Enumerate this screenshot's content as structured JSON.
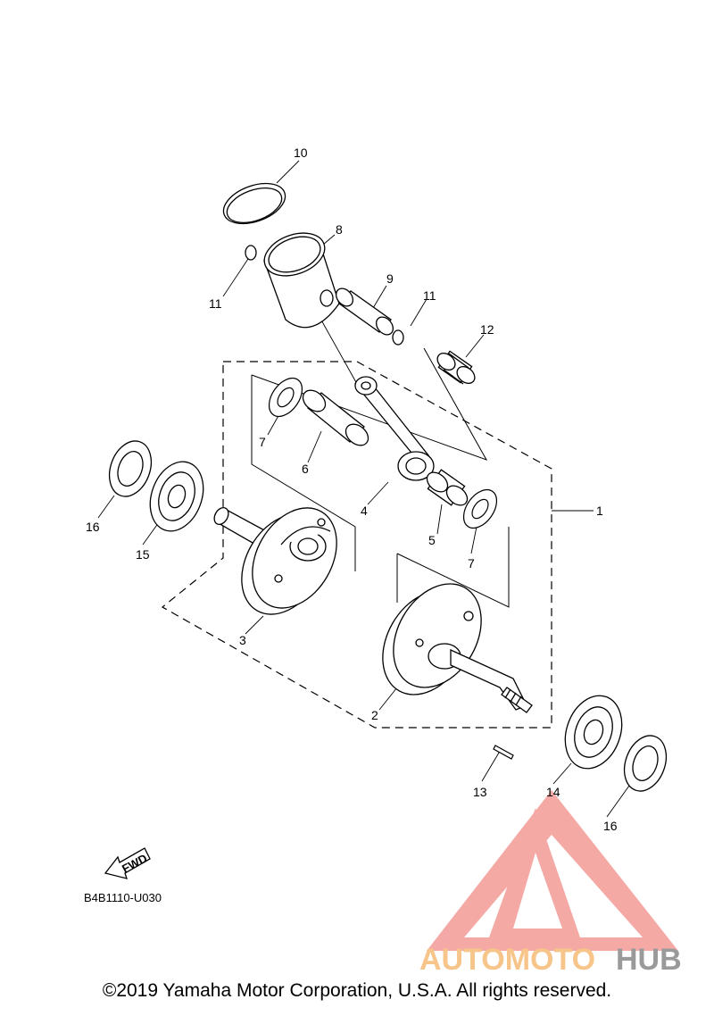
{
  "diagram": {
    "callouts": {
      "c1": "1",
      "c2": "2",
      "c3": "3",
      "c4": "4",
      "c5": "5",
      "c6": "6",
      "c7a": "7",
      "c7b": "7",
      "c8": "8",
      "c9": "9",
      "c10": "10",
      "c11a": "11",
      "c11b": "11",
      "c12": "12",
      "c13": "13",
      "c14": "14",
      "c15": "15",
      "c16a": "16",
      "c16b": "16"
    },
    "fwd_label": "FWD",
    "diagram_code": "B4B1110-U030"
  },
  "watermark": {
    "text_part1": "AUTOMOTO",
    "text_part2": "HUB",
    "color_primary": "#f4a09c",
    "color_text1": "#f7c48a",
    "color_text2": "#9a9a9a"
  },
  "footer": {
    "copyright": "©2019 Yamaha Motor Corporation, U.S.A. All rights reserved."
  }
}
